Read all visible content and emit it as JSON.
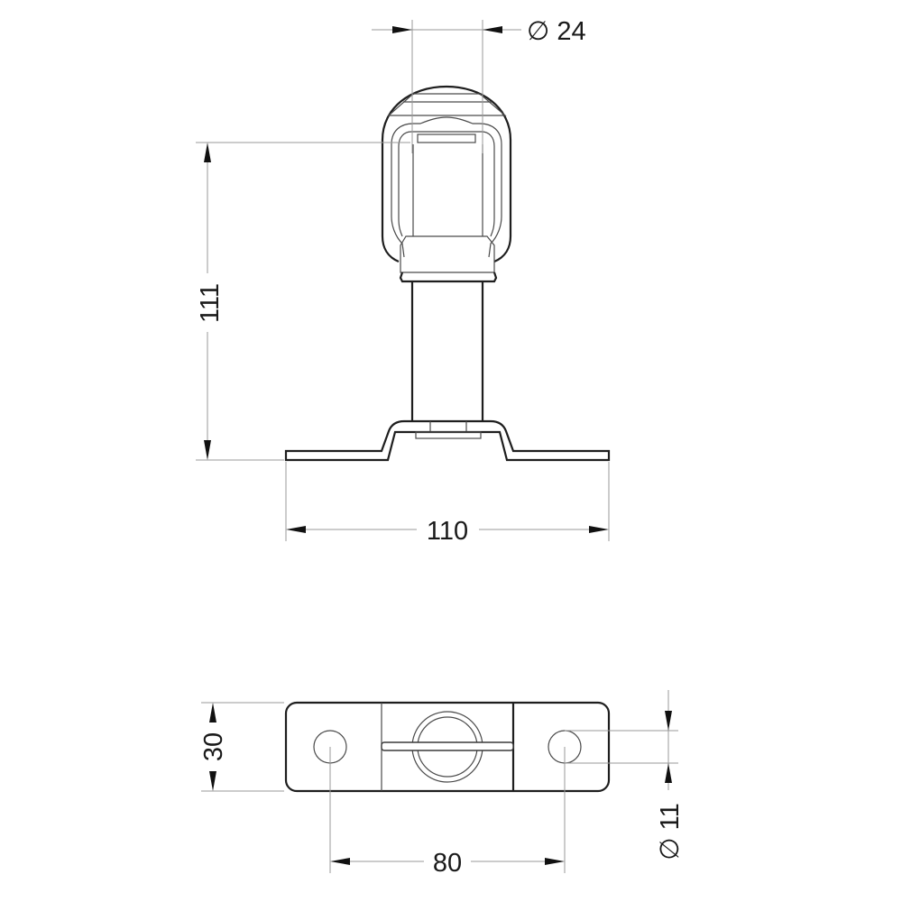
{
  "drawing": {
    "type": "technical-drawing",
    "views": [
      "side-elevation",
      "top-plan"
    ],
    "colors": {
      "background": "#ffffff",
      "outline": "#1e1e1e",
      "dimension_line": "#9a9a9a",
      "text": "#1a1a1a"
    }
  },
  "dimensions": {
    "lens_diameter": {
      "symbol": "∅",
      "value": "24",
      "label": "∅ 24"
    },
    "height": {
      "value": "111"
    },
    "base_width": {
      "value": "110"
    },
    "base_depth": {
      "value": "30"
    },
    "hole_spacing": {
      "value": "80"
    },
    "hole_diameter": {
      "symbol": "∅",
      "value": "11",
      "label": "∅ 11"
    }
  }
}
